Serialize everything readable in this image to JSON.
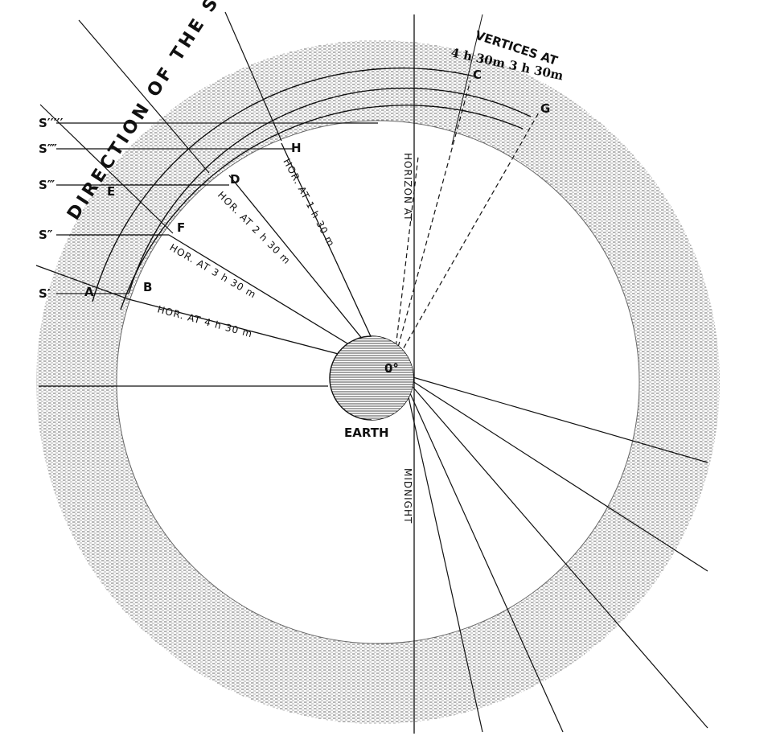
{
  "diagram": {
    "title": "DIRECTION OF THE SUN",
    "vertices_label": "VERTICES AT",
    "vertices_times": "4 h 30m  3 h 30m",
    "earth_label": "EARTH",
    "center_label": "0°",
    "midnight_label": "MIDNIGHT",
    "horizon_label": "HORIZON AT",
    "sun_rays": [
      "S′",
      "S″",
      "S‴",
      "S⁗",
      "S′′′′′"
    ],
    "points": {
      "A": "A",
      "B": "B",
      "C": "C",
      "D": "D",
      "E": "E",
      "F": "F",
      "G": "G",
      "H": "H"
    },
    "horizon_lines": [
      "HOR. AT 4 h 30 m",
      "HOR. AT 3 h 30 m",
      "HOR. AT 2 h 30 m",
      "HOR. AT 1 h 30 m"
    ],
    "colors": {
      "ink": "#111111",
      "paper": "#ffffff",
      "atmosphere": "#9a9a9a"
    }
  }
}
